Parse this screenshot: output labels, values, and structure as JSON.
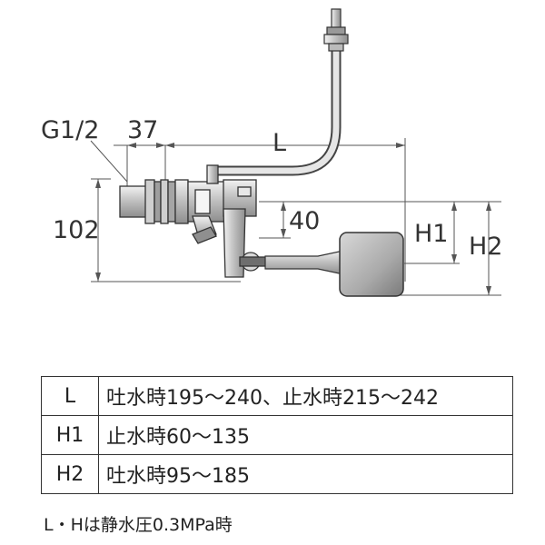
{
  "diagram": {
    "labels": {
      "thread": "G1/2",
      "offset": "37",
      "length": "L",
      "height_total": "102",
      "arm_offset": "40",
      "h1": "H1",
      "h2": "H2"
    }
  },
  "table": {
    "rows": [
      {
        "key": "L",
        "value": "吐水時195～240、止水時215～242"
      },
      {
        "key": "H1",
        "value": "止水時60～135"
      },
      {
        "key": "H2",
        "value": "吐水時95～185"
      }
    ]
  },
  "note": "L・Hは静水圧0.3MPa時"
}
